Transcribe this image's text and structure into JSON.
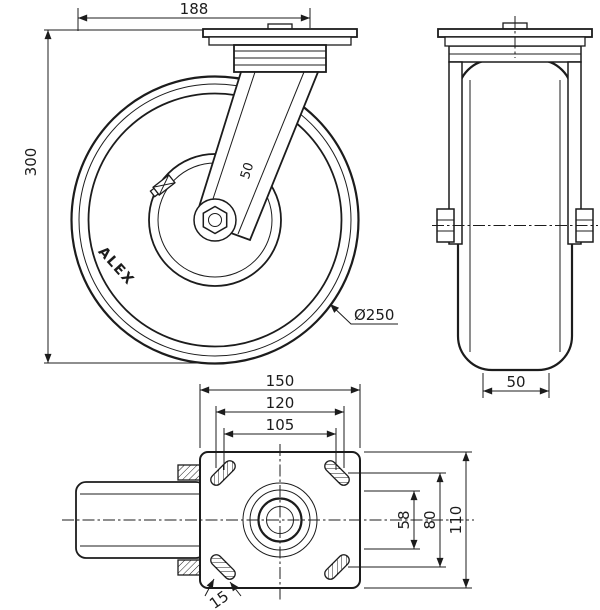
{
  "title": "Swivel caster wheel technical drawing",
  "colors": {
    "line": "#1c1c1c",
    "background": "#ffffff"
  },
  "front_view": {
    "dim_top_width": "188",
    "dim_overall_height": "300",
    "dim_wheel_diameter": "Ø250",
    "wheel_brand": "ALEX",
    "fork_marking": "50"
  },
  "side_view": {
    "dim_wheel_width": "50"
  },
  "plan_view": {
    "dim_plate_width": "150",
    "dim_hole_spacing_w_outer": "120",
    "dim_hole_spacing_w_inner": "105",
    "dim_hole_spacing_h_inner": "58",
    "dim_hole_spacing_h_outer": "80",
    "dim_plate_depth": "110",
    "dim_slot_width": "15"
  }
}
